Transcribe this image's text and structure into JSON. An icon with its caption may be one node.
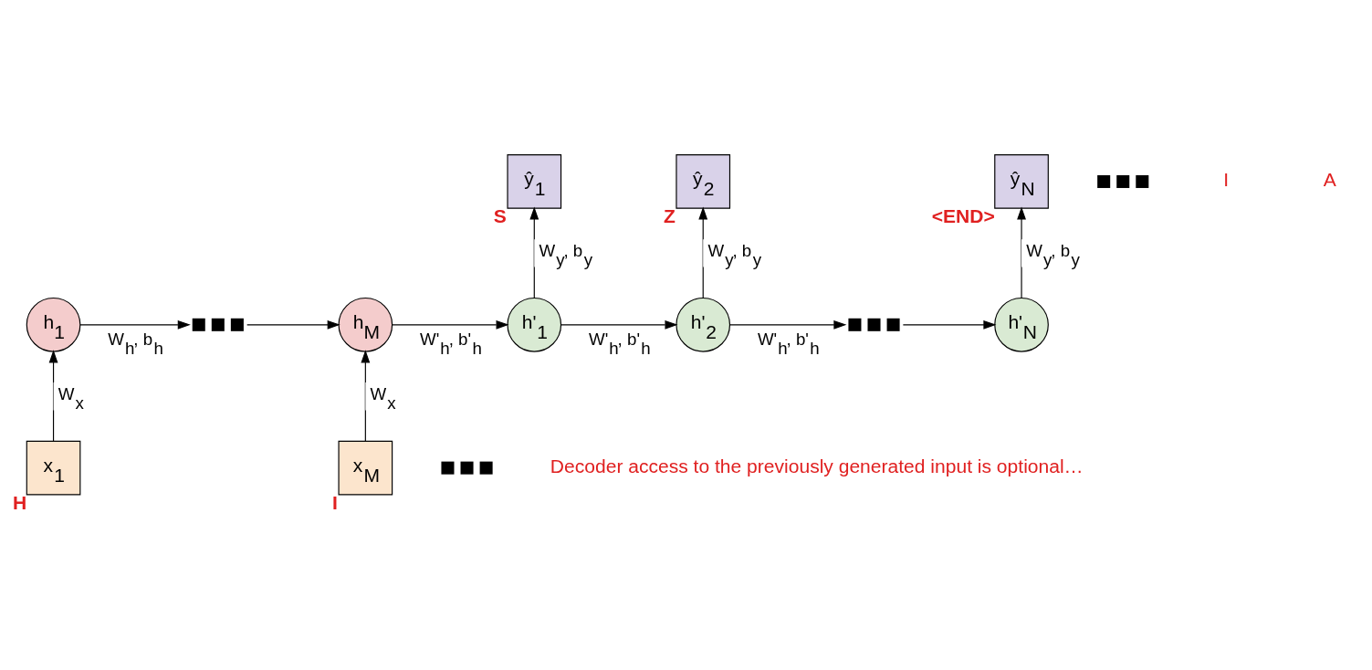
{
  "diagram": {
    "nodes": [
      {
        "text": [
          "x$_{1}$"
        ],
        "beside": [
          "H"
        ]
      },
      {
        "text": [
          "h$_{1}$"
        ]
      },
      {
        "text": [],
        "shape": "dots"
      },
      {
        "text": [],
        "shape": "dots"
      },
      {
        "text": [
          "x$_{M}$"
        ],
        "beside": [
          "I"
        ]
      },
      {
        "text": [
          "h$_{M}$"
        ]
      },
      {
        "text": [
          "h'$_{1}$"
        ]
      },
      {
        "text": [
          "ŷ$_{1}$"
        ],
        "beside": [
          "S"
        ]
      },
      {
        "text": [
          "h'$_{2}$"
        ]
      },
      {
        "text": [
          "ŷ$_{2}$"
        ],
        "beside": [
          "Z"
        ]
      },
      {
        "text": [],
        "shape": "dots"
      },
      {
        "text": [],
        "shape": "dots"
      },
      {
        "text": [
          "h'$_{N}$"
        ]
      },
      {
        "text": [
          "ŷ$_{N}$"
        ],
        "beside": [
          "<END>"
        ]
      }
    ],
    "edges": [
      {
        "from": 0,
        "to": 1,
        "arrow": "to",
        "label": "W$_{x}$"
      },
      {
        "from": 1,
        "to": 2,
        "arrow": "to",
        "label": "W$_{h}$, b$_{h}$"
      },
      {
        "from": 2,
        "to": 5,
        "arrow": "to"
      },
      {
        "from": 4,
        "to": 5,
        "arrow": "to",
        "label": "W$_{x}$"
      },
      {
        "from": 5,
        "to": 6,
        "arrow": "to",
        "label": "W'$_{h}$, b'$_{h}$"
      },
      {
        "from": 6,
        "to": 7,
        "arrow": "to",
        "label": "W$_{y}$, b$_{y}$"
      },
      {
        "from": 6,
        "to": 8,
        "arrow": "to",
        "label": "W'$_{h}$, b'$_{h}$"
      },
      {
        "from": 8,
        "to": 9,
        "arrow": "to",
        "label": "W$_{y}$, b$_{y}$"
      },
      {
        "from": 8,
        "to": 10,
        "arrow": "to",
        "label": "W'$_{h}$, b'$_{h}$"
      },
      {
        "from": 10,
        "to": 12,
        "arrow": "to"
      },
      {
        "from": 12,
        "to": 13,
        "arrow": "to",
        "label": "W$_{y}$, b$_{y}$"
      }
    ],
    "labels": [
      "I",
      "A",
      "Decoder access to the previously generated input is optional…"
    ]
  }
}
